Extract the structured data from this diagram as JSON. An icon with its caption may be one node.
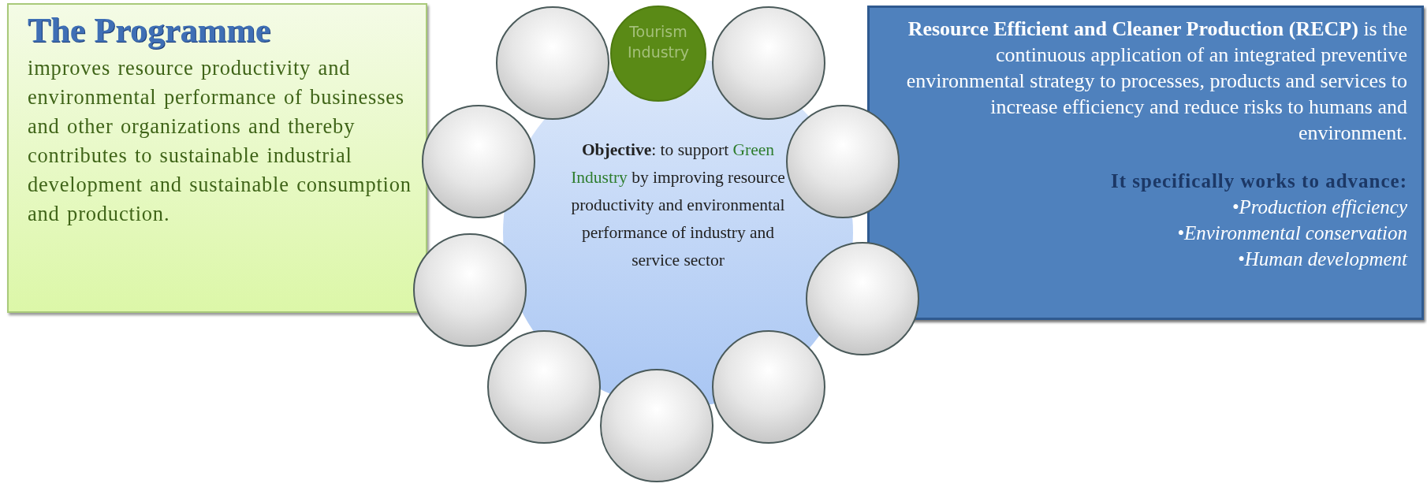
{
  "diagram": {
    "nodes": [
      {
        "text": [
          "The Programme",
          "improves resource productivity and environmental performance of businesses and other organizations and thereby contributes to sustainable industrial development and sustainable consumption and production."
        ]
      },
      {
        "text": [
          "**Objective**: to support *Green Industry* by improving resource productivity and environmental performance of industry and service sector"
        ]
      },
      {
        "text": [
          "**Resource Efficient and Cleaner Production (RECP)** is the continuous application of an integrated preventive environmental strategy to processes, products and services to increase efficiency and reduce risks to humans and environment.",
          "It specifically works to advance:",
          "•Production efficiency",
          "•Environmental conservation",
          "•Human development"
        ]
      },
      {
        "text": [],
        "shape": "circle"
      },
      {
        "text": [
          "Tourism Industry"
        ]
      },
      {
        "text": [],
        "shape": "circle"
      },
      {
        "text": [],
        "shape": "circle"
      },
      {
        "text": [],
        "shape": "circle"
      },
      {
        "text": [],
        "shape": "circle"
      },
      {
        "text": [],
        "shape": "circle"
      },
      {
        "text": [],
        "shape": "circle"
      },
      {
        "text": [],
        "shape": "circle"
      },
      {
        "text": [],
        "shape": "circle"
      }
    ]
  }
}
